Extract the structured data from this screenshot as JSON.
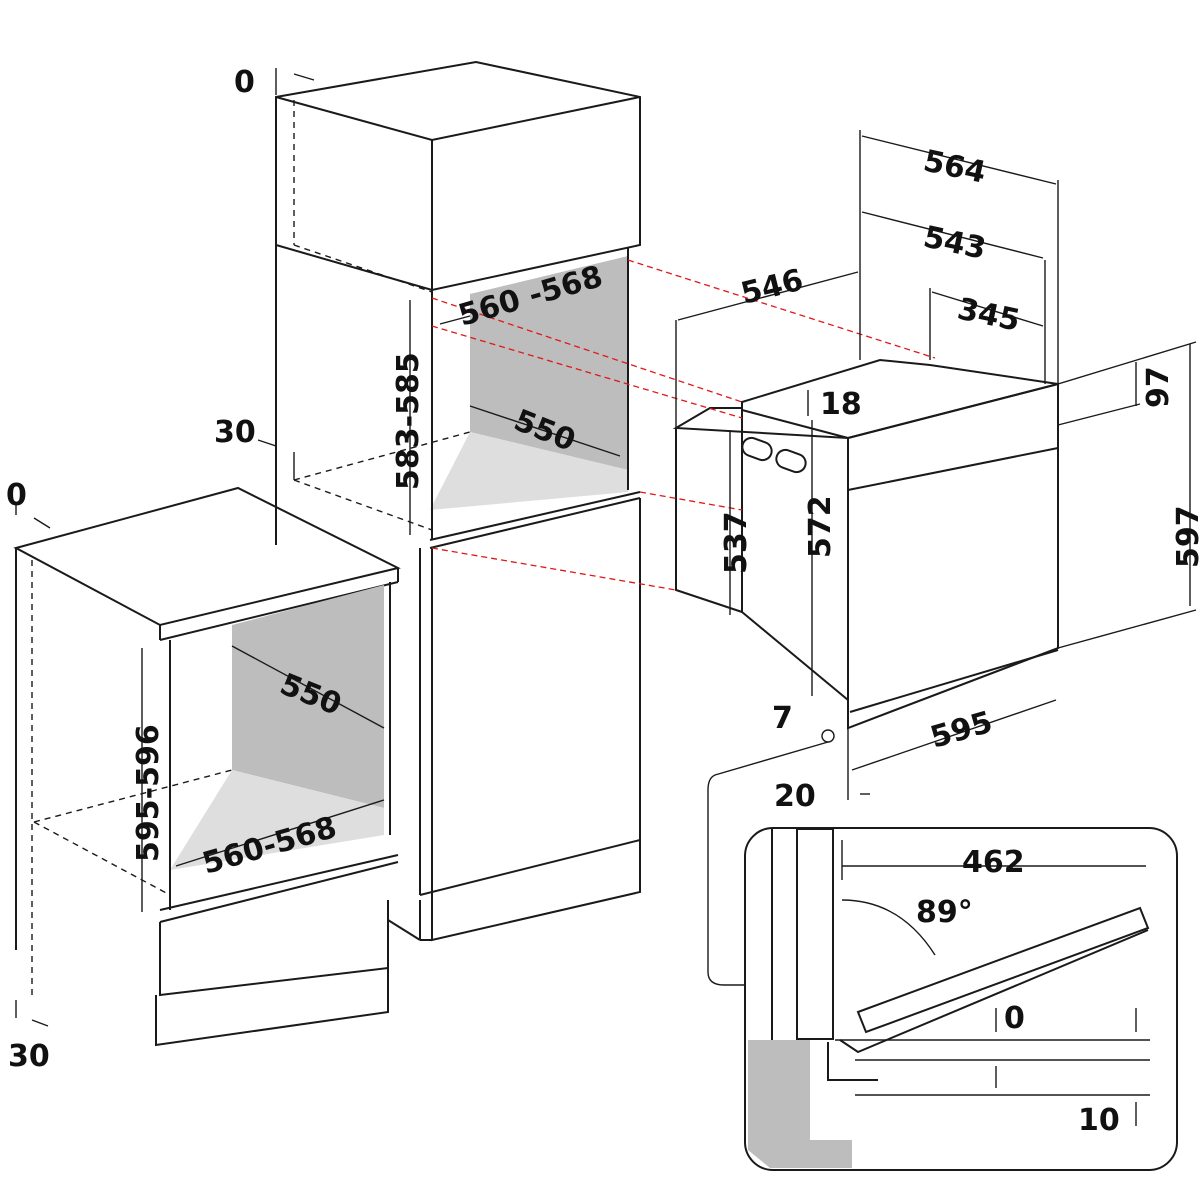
{
  "dimensions": {
    "tall_unit": {
      "top_clearance": "0",
      "niche_width": "560 -568",
      "niche_height": "583-585",
      "niche_depth": "550",
      "side_offset": "30"
    },
    "under_counter": {
      "top_clearance": "0",
      "niche_depth": "550",
      "niche_height": "595-596",
      "niche_width": "560-568",
      "bottom_offset": "30"
    },
    "oven": {
      "depth_overall": "564",
      "depth_body": "543",
      "depth_to_front": "546",
      "top_rear": "345",
      "top_step": "18",
      "height_body": "537",
      "height_inner": "572",
      "panel_height": "97",
      "height_total": "597",
      "width": "595",
      "bottom_gap": "7",
      "front_thickness": "20"
    },
    "door_detail": {
      "door_depth": "462",
      "door_angle": "89°",
      "top_gap": "0",
      "bottom_gap": "10"
    }
  }
}
